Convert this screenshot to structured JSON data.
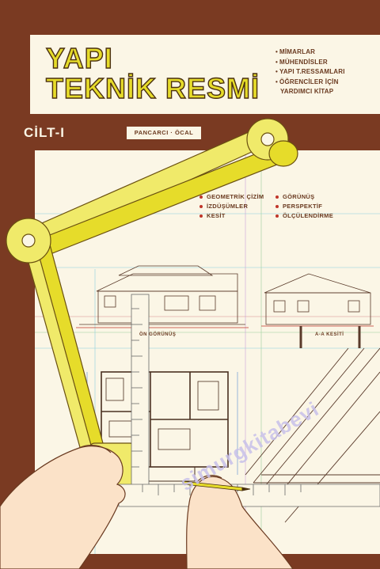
{
  "title": {
    "line1": "YAPI",
    "line2": "TEKNİK RESMİ"
  },
  "audience": [
    "MİMARLAR",
    "MÜHENDİSLER",
    "YAPI T.RESSAMLARI",
    "ÖĞRENCİLER İÇİN",
    "YARDIMCI KİTAP"
  ],
  "volume": "CİLT-I",
  "authors": "PANCARCI · ÖCAL",
  "topics": [
    "GEOMETRİK ÇİZİM",
    "GÖRÜNÜŞ",
    "İZDÜŞÜMLER",
    "PERSPEKTİF",
    "KESİT",
    "ÖLÇÜLENDİRME"
  ],
  "drawing_labels": {
    "front_view": "ÖN GÖRÜNÜŞ",
    "section": "A-A  KESİTİ"
  },
  "watermark": "simurgkitabevi",
  "colors": {
    "background": "#7a3a22",
    "panel": "#fbf6e6",
    "title_fill": "#e6dc2a",
    "bullet": "#c0362a",
    "drafting_arm": "#f0ea6a"
  }
}
